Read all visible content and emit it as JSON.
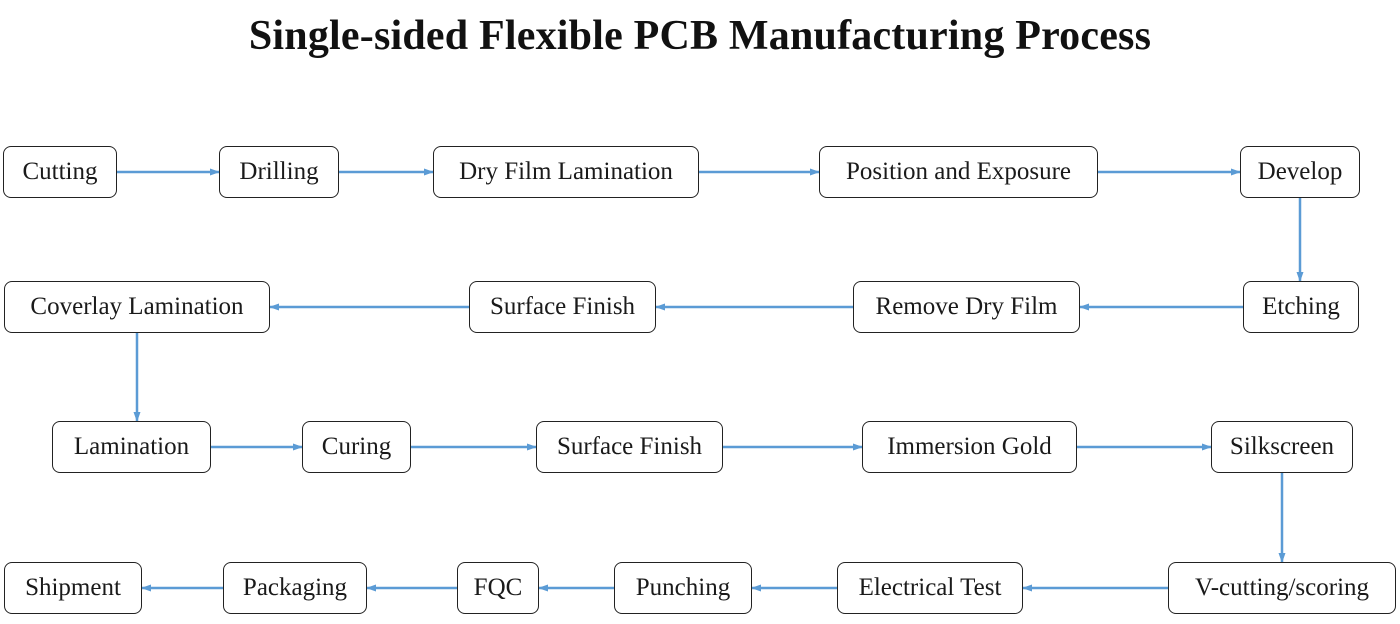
{
  "title": "Single-sided Flexible PCB Manufacturing Process",
  "colors": {
    "arrow": "#5b9bd5",
    "border": "#222222",
    "text": "#1a1a1a"
  },
  "steps": [
    {
      "id": "cutting",
      "label": "Cutting"
    },
    {
      "id": "drilling",
      "label": "Drilling"
    },
    {
      "id": "dry-film-lamination",
      "label": "Dry Film Lamination"
    },
    {
      "id": "position-and-exposure",
      "label": "Position and Exposure"
    },
    {
      "id": "develop",
      "label": "Develop"
    },
    {
      "id": "etching",
      "label": "Etching"
    },
    {
      "id": "remove-dry-film",
      "label": "Remove Dry Film"
    },
    {
      "id": "surface-finish-1",
      "label": "Surface Finish"
    },
    {
      "id": "coverlay-lamination",
      "label": "Coverlay Lamination"
    },
    {
      "id": "lamination",
      "label": "Lamination"
    },
    {
      "id": "curing",
      "label": "Curing"
    },
    {
      "id": "surface-finish-2",
      "label": "Surface Finish"
    },
    {
      "id": "immersion-gold",
      "label": "Immersion Gold"
    },
    {
      "id": "silkscreen",
      "label": "Silkscreen"
    },
    {
      "id": "v-cutting-scoring",
      "label": "V-cutting/scoring"
    },
    {
      "id": "electrical-test",
      "label": "Electrical Test"
    },
    {
      "id": "punching",
      "label": "Punching"
    },
    {
      "id": "fqc",
      "label": "FQC"
    },
    {
      "id": "packaging",
      "label": "Packaging"
    },
    {
      "id": "shipment",
      "label": "Shipment"
    }
  ],
  "edges": [
    [
      "cutting",
      "drilling"
    ],
    [
      "drilling",
      "dry-film-lamination"
    ],
    [
      "dry-film-lamination",
      "position-and-exposure"
    ],
    [
      "position-and-exposure",
      "develop"
    ],
    [
      "develop",
      "etching"
    ],
    [
      "etching",
      "remove-dry-film"
    ],
    [
      "remove-dry-film",
      "surface-finish-1"
    ],
    [
      "surface-finish-1",
      "coverlay-lamination"
    ],
    [
      "coverlay-lamination",
      "lamination"
    ],
    [
      "lamination",
      "curing"
    ],
    [
      "curing",
      "surface-finish-2"
    ],
    [
      "surface-finish-2",
      "immersion-gold"
    ],
    [
      "immersion-gold",
      "silkscreen"
    ],
    [
      "silkscreen",
      "v-cutting-scoring"
    ],
    [
      "v-cutting-scoring",
      "electrical-test"
    ],
    [
      "electrical-test",
      "punching"
    ],
    [
      "punching",
      "fqc"
    ],
    [
      "fqc",
      "packaging"
    ],
    [
      "packaging",
      "shipment"
    ]
  ]
}
